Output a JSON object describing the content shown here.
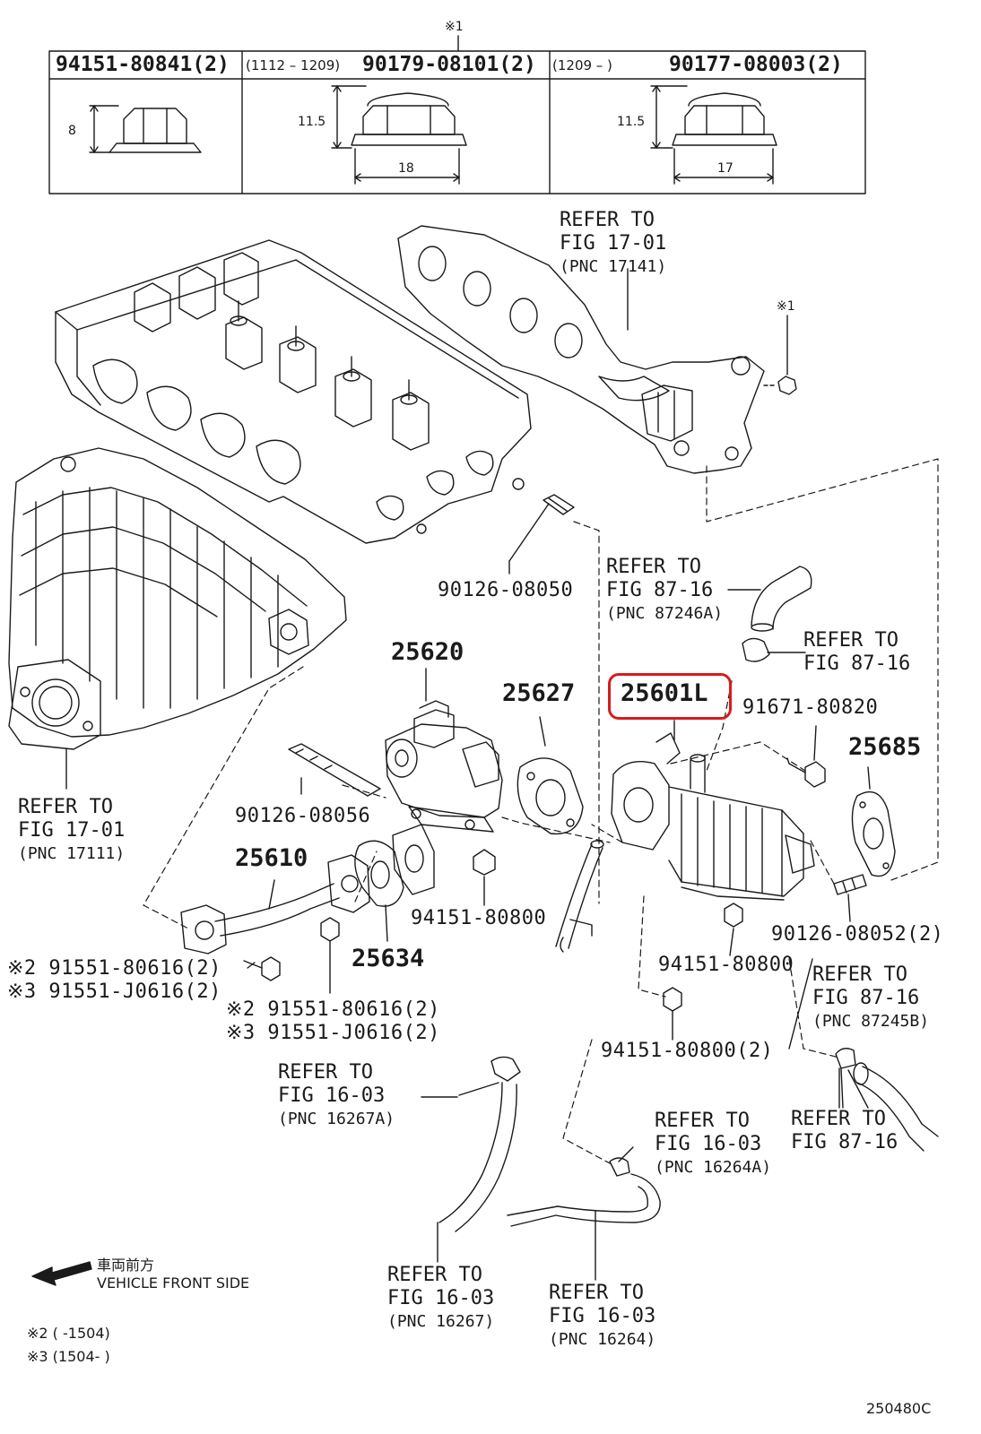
{
  "fastener_table": {
    "note_mark": "※1",
    "columns": [
      {
        "part": "94151-80841(2)",
        "range": "",
        "height_dim": "8",
        "width_dim": ""
      },
      {
        "part": "90179-08101(2)",
        "range": "(1112 – 1209)",
        "height_dim": "11.5",
        "width_dim": "18"
      },
      {
        "part": "90177-08003(2)",
        "range": "(1209 –       )",
        "height_dim": "11.5",
        "width_dim": "17"
      }
    ]
  },
  "callouts": {
    "refer_exh_manifold": {
      "line1": "REFER TO",
      "line2": "FIG 17-01",
      "pnc": "(PNC 17141)"
    },
    "note1_nut": "※1",
    "stud_top": "90126-08050",
    "refer_hose_87246a": {
      "line1": "REFER TO",
      "line2": "FIG 87-16",
      "pnc": "(PNC 87246A)"
    },
    "refer_clamp_87_16": {
      "line1": "REFER TO",
      "line2": "FIG 87-16"
    },
    "egr_valve": "25620",
    "gasket_25627": "25627",
    "egr_cooler": "25601L",
    "bolt_91671": "91671-80820",
    "gasket_25685": "25685",
    "refer_intake_manifold": {
      "line1": "REFER TO",
      "line2": "FIG 17-01",
      "pnc": "(PNC 17111)"
    },
    "stud_08056": "90126-08056",
    "pipe_25610": "25610",
    "nut_94151_mid": "94151-80800",
    "stud_08052": "90126-08052(2)",
    "bolt_left_a": "※2 91551-80616(2)",
    "bolt_left_b": "※3 91551-J0616(2)",
    "gasket_25634": "25634",
    "nut_94151_right": "94151-80800",
    "refer_hose_87245b": {
      "line1": "REFER TO",
      "line2": "FIG 87-16",
      "pnc": "(PNC 87245B)"
    },
    "bolt_center_a": "※2 91551-80616(2)",
    "bolt_center_b": "※3 91551-J0616(2)",
    "nut_94151_lower": "94151-80800(2)",
    "refer_hose_16267a": {
      "line1": "REFER TO",
      "line2": "FIG 16-03",
      "pnc": "(PNC 16267A)"
    },
    "refer_hose_16264a": {
      "line1": "REFER TO",
      "line2": "FIG 16-03",
      "pnc": "(PNC 16264A)"
    },
    "refer_clamp_right": {
      "line1": "REFER TO",
      "line2": "FIG 87-16"
    },
    "refer_hose_16267": {
      "line1": "REFER TO",
      "line2": "FIG 16-03",
      "pnc": "(PNC 16267)"
    },
    "refer_hose_16264": {
      "line1": "REFER TO",
      "line2": "FIG 16-03",
      "pnc": "(PNC 16264)"
    }
  },
  "legend": {
    "front_jp": "車両前方",
    "front_en": "VEHICLE FRONT SIDE",
    "note2": "※2 (       -1504)",
    "note3": "※3 (1504-       )"
  },
  "figure_code": "250480C",
  "highlight": {
    "target": "25601L",
    "color": "#d81b1b"
  }
}
